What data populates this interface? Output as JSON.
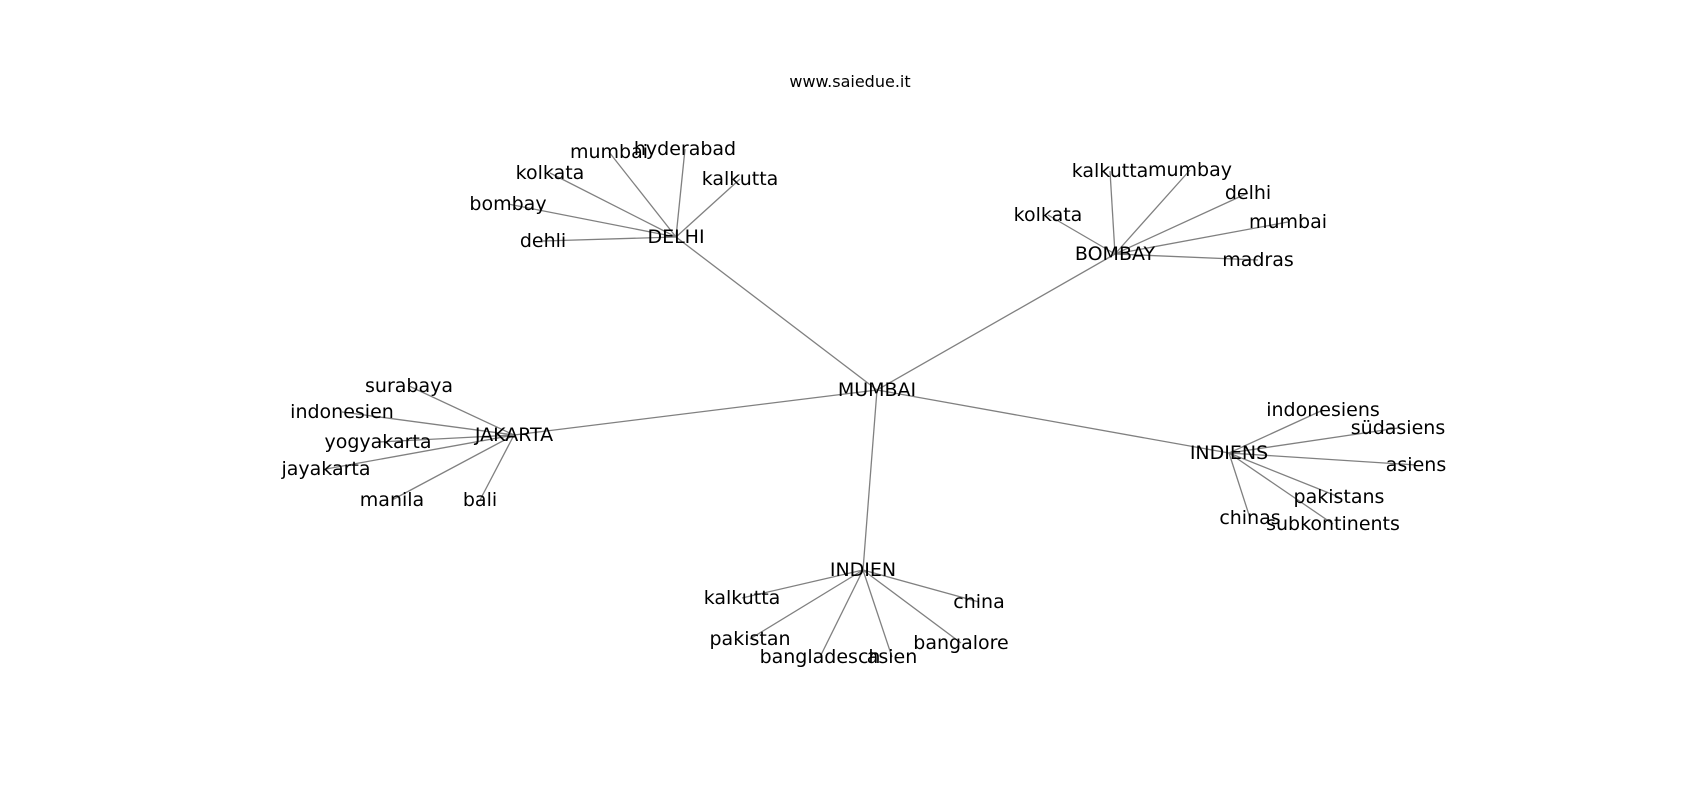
{
  "watermark": "www.saiedue.it",
  "graph": {
    "root": "MUMBAI",
    "hubs": [
      {
        "id": "delhi",
        "label": "DELHI",
        "leaves": [
          "dehli",
          "bombay",
          "kolkata",
          "mumbai",
          "hyderabad",
          "kalkutta"
        ]
      },
      {
        "id": "bombay",
        "label": "BOMBAY",
        "leaves": [
          "kolkata",
          "kalkutta",
          "mumbay",
          "delhi",
          "mumbai",
          "madras"
        ]
      },
      {
        "id": "jakarta",
        "label": "JAKARTA",
        "leaves": [
          "surabaya",
          "indonesien",
          "yogyakarta",
          "jayakarta",
          "manila",
          "bali"
        ]
      },
      {
        "id": "indiens",
        "label": "INDIENS",
        "leaves": [
          "indonesiens",
          "südasiens",
          "asiens",
          "pakistans",
          "subkontinents",
          "chinas"
        ]
      },
      {
        "id": "indien",
        "label": "INDIEN",
        "leaves": [
          "kalkutta",
          "pakistan",
          "bangladesch",
          "asien",
          "bangalore",
          "china"
        ]
      }
    ]
  },
  "colors": {
    "edge": "#808080",
    "text": "#000000",
    "background": "#ffffff"
  }
}
